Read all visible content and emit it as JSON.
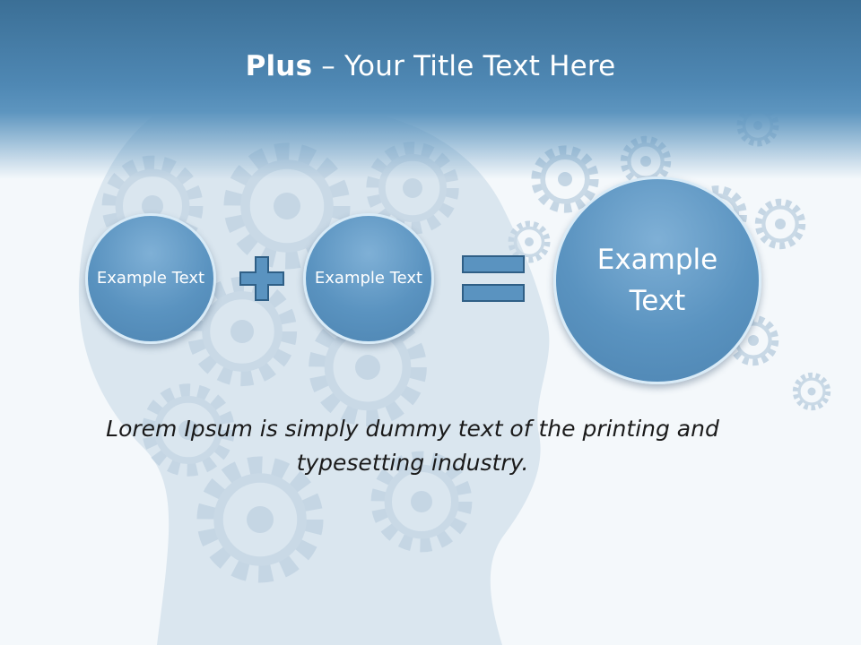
{
  "slide": {
    "title_bold": "Plus",
    "title_rest": " – Your Title Text Here",
    "circles": [
      {
        "label": "Example Text"
      },
      {
        "label": "Example Text"
      },
      {
        "label": "Example Text"
      }
    ],
    "operators": {
      "plus": "plus-sign-icon",
      "equals": "equals-sign-icon"
    },
    "body_text": "Lorem Ipsum is simply dummy text of the printing and typesetting industry."
  },
  "colors": {
    "header": "#4f88b4",
    "circle": "#5a93c0",
    "operator": "#5a93c0",
    "operator_outline": "#2f5f86"
  }
}
